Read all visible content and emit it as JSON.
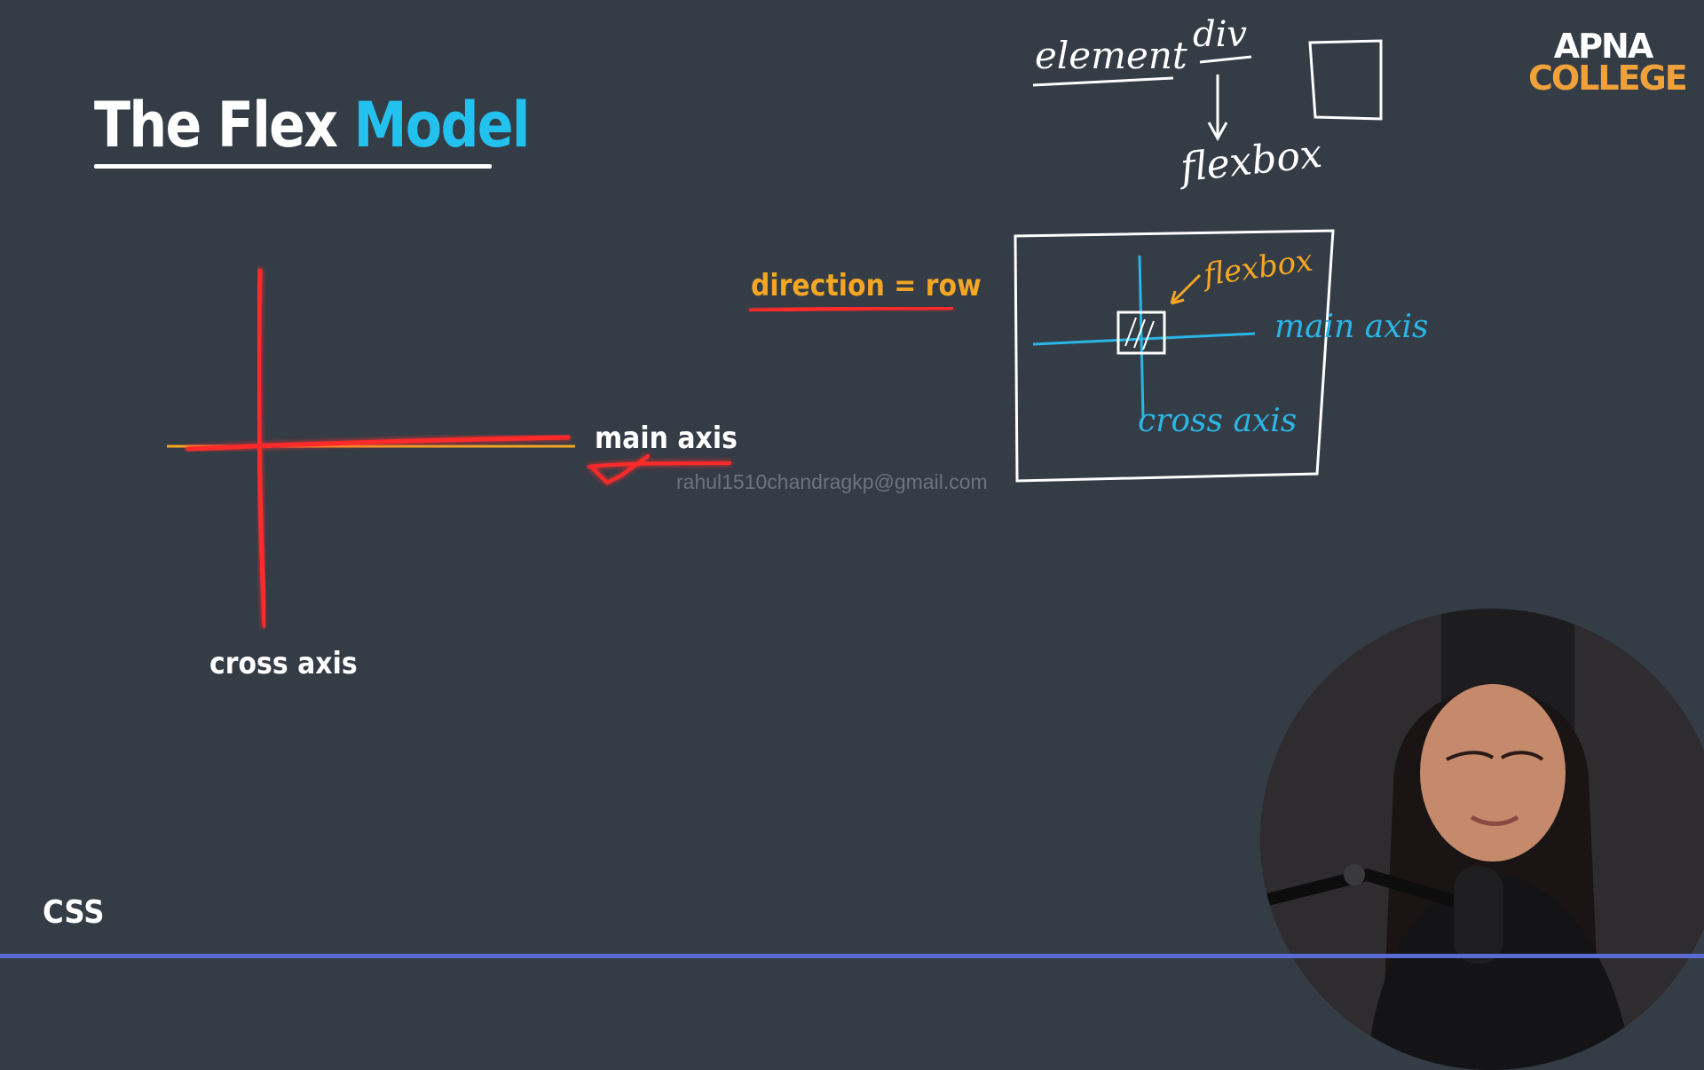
{
  "slide": {
    "title_part1": "The Flex",
    "title_part2": "Model",
    "topic_label": "CSS"
  },
  "logo": {
    "line1": "APNA",
    "line2": "COLLEGE"
  },
  "diagram_left": {
    "main_axis_label": "main axis",
    "cross_axis_label": "cross axis",
    "direction_label": "direction = row"
  },
  "watermark": "rahul1510chandragkp@gmail.com",
  "handwritten": {
    "element": "element",
    "div": "div",
    "flexbox": "flexbox",
    "flexbox_small": "flexbox",
    "main_axis": "main axis",
    "cross_axis": "cross axis"
  },
  "colors": {
    "background": "#343c46",
    "title_accent": "#23c1ee",
    "red_line": "#ff2020",
    "orange": "#f5a623",
    "cyan": "#2ab6e6",
    "logo_orange": "#f0a13a"
  }
}
